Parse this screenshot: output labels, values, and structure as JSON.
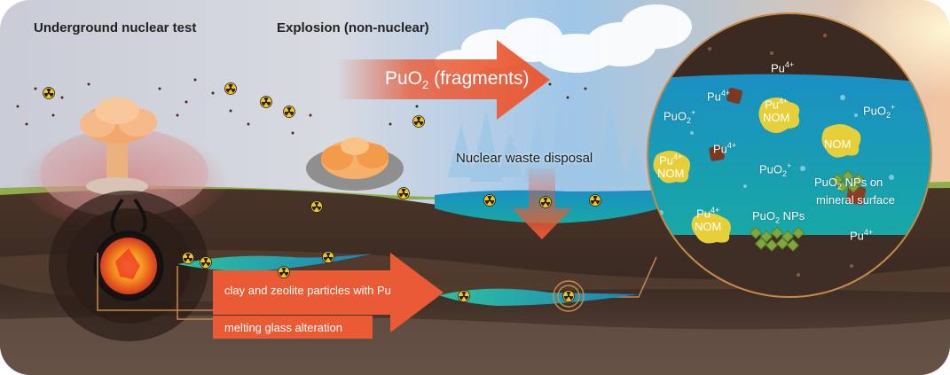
{
  "headings": {
    "underground": "Underground nuclear test",
    "explosion": "Explosion (non-nuclear)",
    "waste": "Nuclear waste disposal"
  },
  "arrows": {
    "fragments_main": "PuO",
    "fragments_sub": "2",
    "fragments_tail": " (fragments)",
    "clay": "clay and zeolite particles with Pu",
    "glass": "melting glass alteration"
  },
  "zoom": {
    "pu4_top": {
      "base": "Pu",
      "sup": "4+"
    },
    "puo2_left": {
      "base": "PuO",
      "sub": "2",
      "sup": "+"
    },
    "pu4_a": {
      "base": "Pu",
      "sup": "4+"
    },
    "pu4_nom_a": {
      "base": "Pu",
      "sup": "4+",
      "line2": "NOM"
    },
    "puo2_right": {
      "base": "PuO",
      "sub": "2",
      "sup": "+"
    },
    "nom_right": "NOM",
    "pu4_b": {
      "base": "Pu",
      "sup": "4+"
    },
    "pu4_nom_b": {
      "base": "Pu",
      "sup": "4+",
      "line2": "NOM"
    },
    "puo2_center": {
      "base": "PuO",
      "sub": "2",
      "sup": "+"
    },
    "nps_mineral_1": {
      "base": "PuO",
      "sub": "2",
      "tail": " NPs on"
    },
    "nps_mineral_2": "mineral surface",
    "pu4_nom_c": {
      "base": "Pu",
      "sup": "4+",
      "line2": "NOM"
    },
    "nps": {
      "base": "PuO",
      "sub": "2",
      "tail": " NPs"
    },
    "pu4_bottom": {
      "base": "Pu",
      "sup": "4+"
    }
  },
  "colors": {
    "arrow_orange": "#ea5a35",
    "water_blue": "#1b84b8",
    "soil_dark": "#3b2a22",
    "soil_mid": "#5a4334",
    "nom_yellow": "#e7cf3a",
    "np_green": "#7ea83f",
    "plume_teal": "#2fbf9f"
  }
}
